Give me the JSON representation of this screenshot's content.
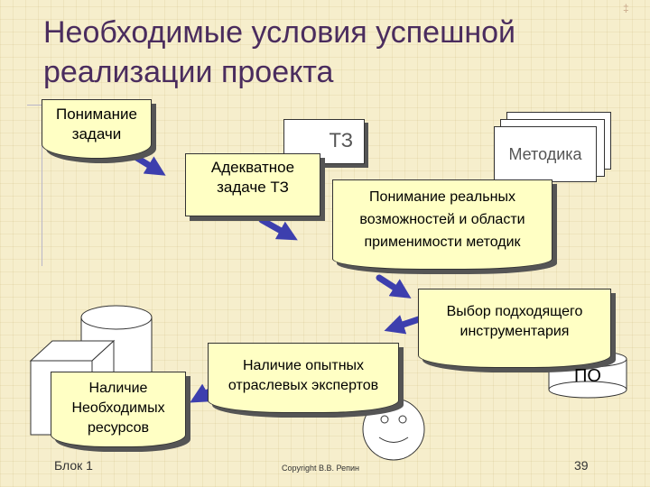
{
  "slide": {
    "title_line1": "Необходимые условия успешной",
    "title_line2": "реализации проекта"
  },
  "nodes": {
    "task": {
      "line1": "Понимание",
      "line2": "задачи"
    },
    "tz": "ТЗ",
    "method": "Методика",
    "adequate": {
      "line1": "Адекватное",
      "line2": "задаче ТЗ"
    },
    "understand": {
      "line1": "Понимание реальных",
      "line2": "возможностей и области",
      "line3": "применимости методик"
    },
    "choose": {
      "line1": "Выбор подходящего",
      "line2": "инструментария"
    },
    "po": "ПО",
    "experts": {
      "line1": "Наличие опытных",
      "line2": "отраслевых экспертов"
    },
    "resources": {
      "line1": "Наличие",
      "line2": "Необходимых",
      "line3": "ресурсов"
    }
  },
  "footer": {
    "left": "Блок 1",
    "center": "Copyright В.В. Репин",
    "page": "39"
  },
  "colors": {
    "arrow": "#3d3fae",
    "note_fill": "#ffffc4",
    "title": "#4a2c5e"
  }
}
